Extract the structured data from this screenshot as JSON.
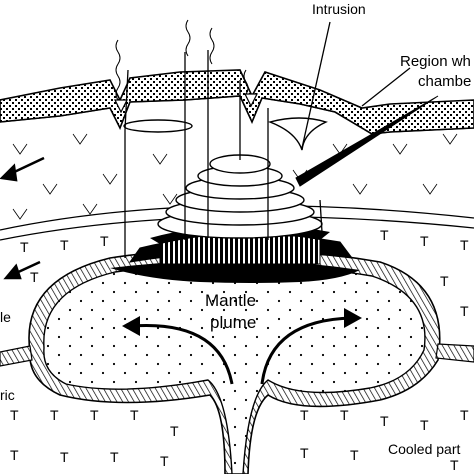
{
  "labels": {
    "intrusion": "Intrusion",
    "region_line1": "Region wh",
    "region_line2": "chambe",
    "mantle_line1": "Mantle",
    "mantle_line2": "plume",
    "left_cut": "le",
    "left_cut2": "ric",
    "cooled": "Cooled part"
  },
  "symbols": {
    "t_mark": "T",
    "v_mark": "V"
  },
  "colors": {
    "ink": "#000000",
    "paper": "#ffffff",
    "dot_fill": "#000000"
  }
}
